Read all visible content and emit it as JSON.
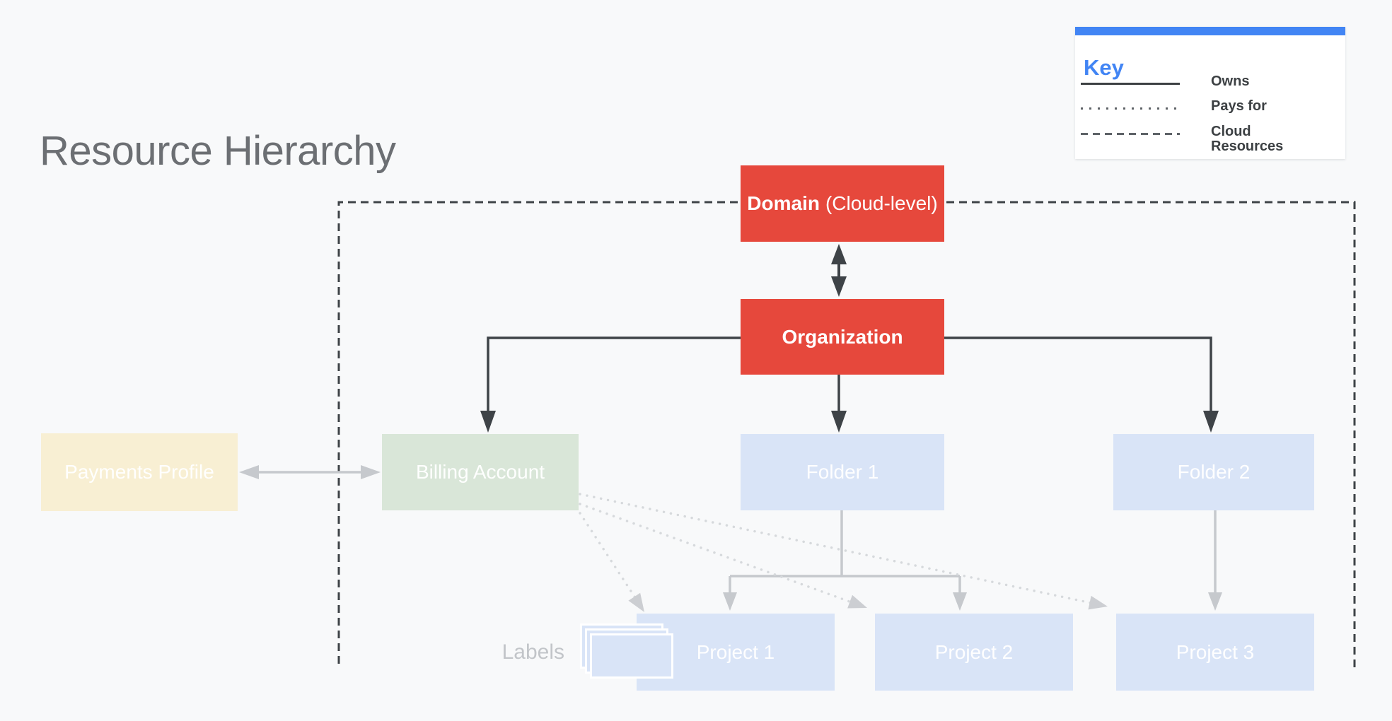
{
  "title": "Resource Hierarchy",
  "key": {
    "title": "Key",
    "items": [
      {
        "id": "owns",
        "line_style": "solid",
        "label": "Owns"
      },
      {
        "id": "pays-for",
        "line_style": "dotted",
        "label": "Pays for"
      },
      {
        "id": "cloud-resources",
        "line_style": "dashed",
        "label": "Cloud Resources"
      }
    ]
  },
  "nodes": {
    "domain": {
      "label_bold": "Domain",
      "label_suffix": "(Cloud-level)",
      "color": "#e6483c"
    },
    "organization": {
      "label": "Organization",
      "color": "#e6483c"
    },
    "payments_profile": {
      "label": "Payments Profile",
      "color": "#f8efd3"
    },
    "billing_account": {
      "label": "Billing Account",
      "color": "#d9e6d8"
    },
    "folder_1": {
      "label": "Folder 1",
      "color": "#d9e4f7"
    },
    "folder_2": {
      "label": "Folder 2",
      "color": "#d9e4f7"
    },
    "project_1": {
      "label": "Project 1",
      "color": "#d9e4f7"
    },
    "project_2": {
      "label": "Project 2",
      "color": "#d9e4f7"
    },
    "project_3": {
      "label": "Project 3",
      "color": "#d9e4f7"
    }
  },
  "labels_caption": "Labels",
  "colors": {
    "background": "#f8f9fa",
    "key_accent": "#4285f4",
    "dark_line": "#3e4347",
    "gray_line": "#c6c9cd",
    "dotted_line": "#d6d9dc",
    "title_text": "#6c6f73"
  }
}
